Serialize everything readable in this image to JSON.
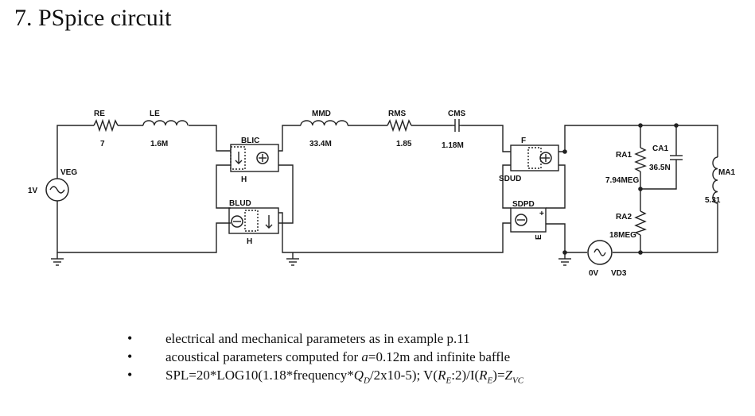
{
  "title": "7. PSpice circuit",
  "components": {
    "RE": {
      "name": "RE",
      "value": "7"
    },
    "LE": {
      "name": "LE",
      "value": "1.6M"
    },
    "MMD": {
      "name": "MMD",
      "value": "33.4M"
    },
    "RMS": {
      "name": "RMS",
      "value": "1.85"
    },
    "CMS": {
      "name": "CMS",
      "value": "1.18M"
    },
    "VEG": {
      "name": "VEG",
      "value": "1V"
    },
    "BLIC": {
      "name": "BLIC",
      "pin": "H"
    },
    "BLUD": {
      "name": "BLUD",
      "pin": "H"
    },
    "SDUD": {
      "name": "SDUD",
      "pin": "F"
    },
    "SDPD": {
      "name": "SDPD",
      "pin": "E"
    },
    "RA1": {
      "name": "RA1",
      "value": "7.94MEG"
    },
    "CA1": {
      "name": "CA1",
      "value": "36.5N"
    },
    "MA1": {
      "name": "MA1",
      "value": "5.31"
    },
    "RA2": {
      "name": "RA2",
      "value": "18MEG"
    },
    "VD3": {
      "name": "VD3",
      "value": "0V"
    }
  },
  "bullets": {
    "b1": "electrical and mechanical parameters as in example p.11",
    "b2_pre": "acoustical parameters computed for ",
    "b2_var": "a",
    "b2_post": "=0.12m and infinite baffle",
    "b3_a": "SPL=20*LOG10(1.18*frequency*",
    "b3_q": "Q",
    "b3_q_sub": "D",
    "b3_b": "/2x10-5); V(",
    "b3_r1": "R",
    "b3_r1_sub": "E",
    "b3_c": ":2)/I(",
    "b3_r2": "R",
    "b3_r2_sub": "E",
    "b3_d": ")=",
    "b3_z": "Z",
    "b3_z_sub": "VC"
  }
}
